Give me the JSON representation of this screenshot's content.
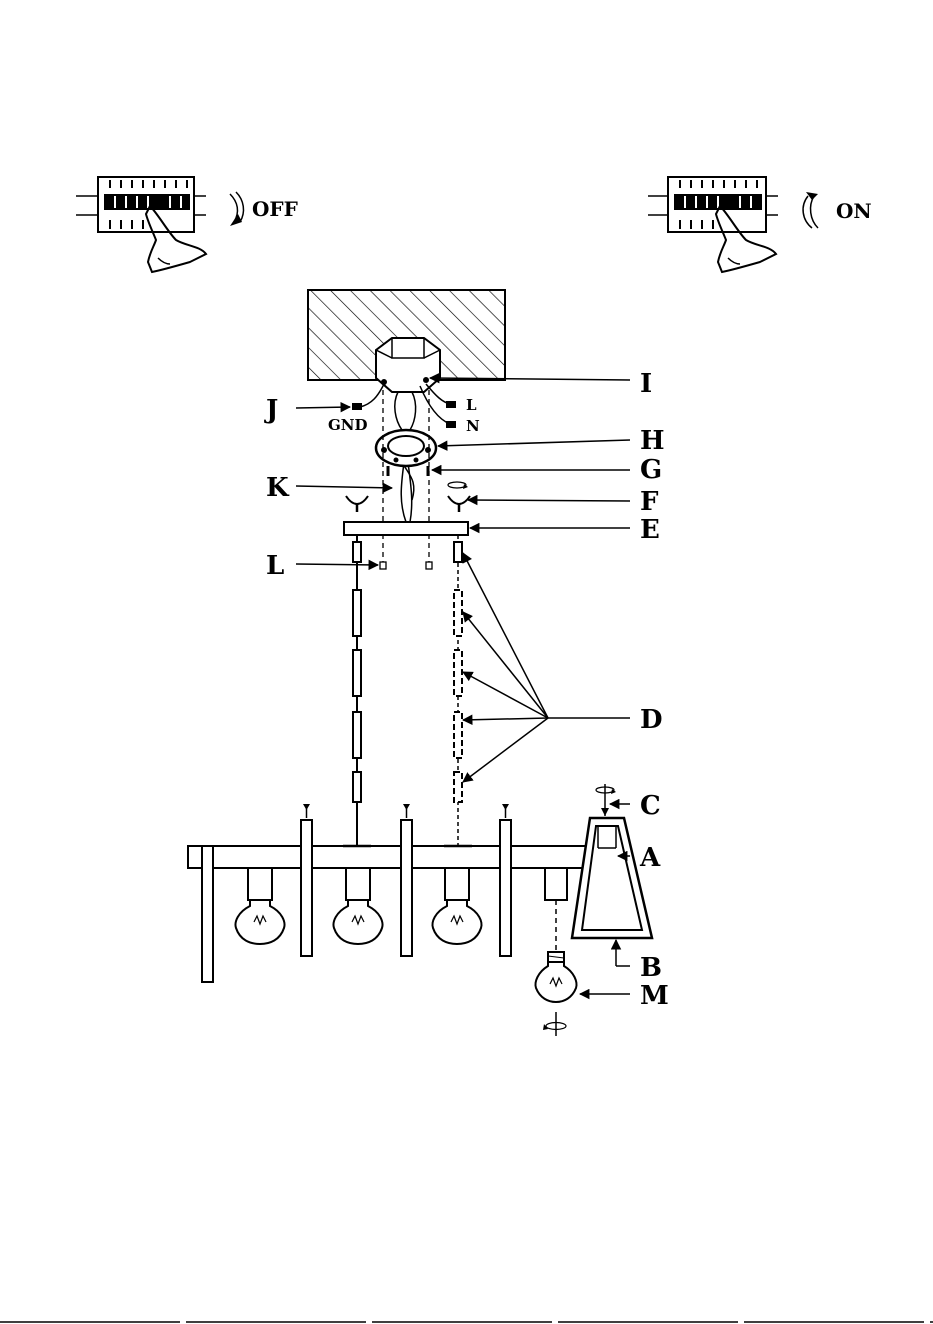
{
  "switch_off": {
    "label": "OFF",
    "icon": "breaker-switch-off-icon"
  },
  "switch_on": {
    "label": "ON",
    "icon": "breaker-switch-on-icon"
  },
  "wires": {
    "gnd": "GND",
    "live": "L",
    "neutral": "N"
  },
  "parts": {
    "A": "A",
    "B": "B",
    "C": "C",
    "D": "D",
    "E": "E",
    "F": "F",
    "G": "G",
    "H": "H",
    "I": "I",
    "J": "J",
    "K": "K",
    "L": "L",
    "M": "M"
  }
}
